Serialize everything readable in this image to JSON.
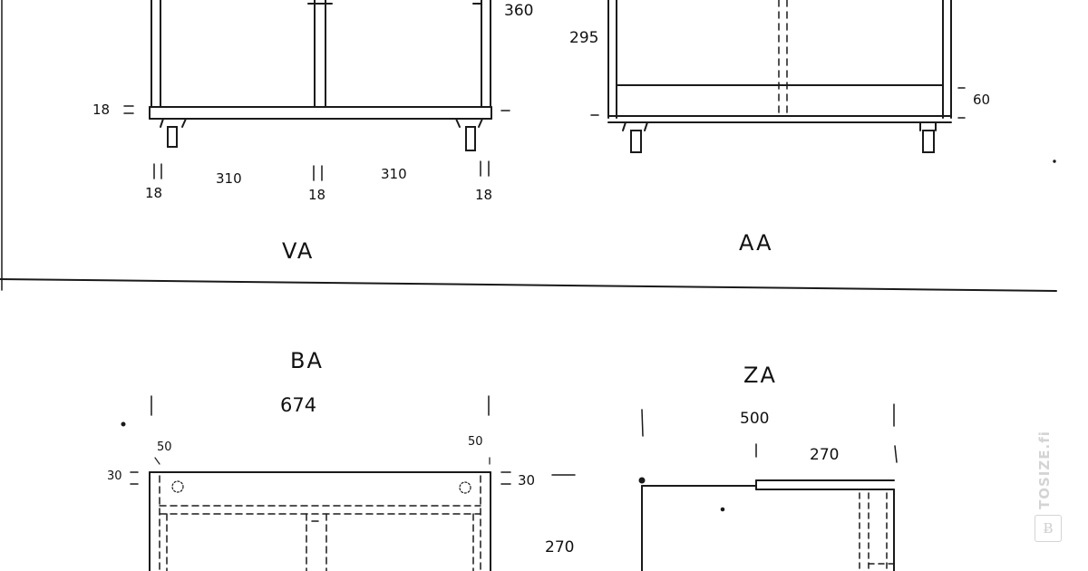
{
  "views": {
    "va": {
      "title": "VA",
      "height": "360",
      "thickness": "18",
      "gap_left": "310",
      "gap_right": "310",
      "post_left": "18",
      "post_mid": "18",
      "post_right": "18"
    },
    "aa": {
      "title": "AA",
      "height": "295",
      "shelf": "60"
    },
    "ba": {
      "title": "BA",
      "width": "674",
      "corner_left": "50",
      "corner_right": "50",
      "top_left": "30",
      "top_right": "30",
      "height": "270"
    },
    "za": {
      "title": "ZA",
      "width": "500",
      "inner": "270"
    }
  },
  "watermark": {
    "text": "TOSIZE.fi",
    "logo": "Ƀ"
  }
}
